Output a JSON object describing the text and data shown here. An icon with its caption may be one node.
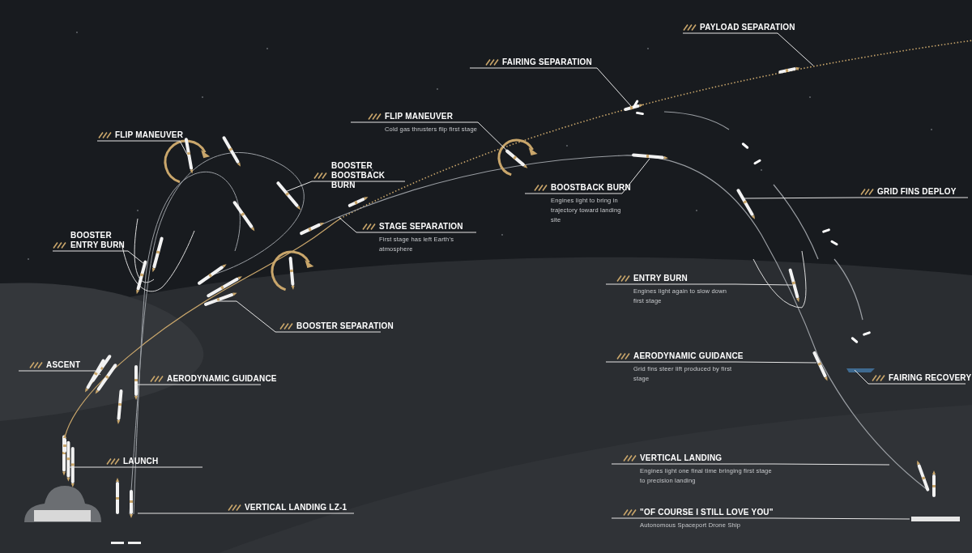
{
  "diagram": {
    "nodes": [
      {
        "text": [
          "FLIP MANEUVER"
        ]
      },
      {
        "text": [
          "BOOSTER BOOSTBACK BURN"
        ]
      },
      {
        "text": [
          "BOOSTER ENTRY BURN"
        ]
      },
      {
        "text": [
          "ASCENT"
        ]
      },
      {
        "text": [
          "AERODYNAMIC GUIDANCE"
        ]
      },
      {
        "text": [
          "LAUNCH"
        ]
      },
      {
        "text": [
          "VERTICAL LANDING LZ-1"
        ]
      },
      {
        "text": [
          "FLIP MANEUVER",
          "Cold gas thrusters flip first stage"
        ]
      },
      {
        "text": [
          "STAGE SEPARATION",
          "First stage has left Earth’s atmosphere"
        ]
      },
      {
        "text": [
          "BOOSTER SEPARATION"
        ]
      },
      {
        "text": [
          "FAIRING SEPARATION"
        ]
      },
      {
        "text": [
          "PAYLOAD SEPARATION"
        ]
      },
      {
        "text": [
          "BOOSTBACK BURN",
          "Engines light to bring in trajectory toward landing site"
        ]
      },
      {
        "text": [
          "GRID FINS DEPLOY"
        ]
      },
      {
        "text": [
          "ENTRY BURN",
          "Engines light again to slow down first stage"
        ]
      },
      {
        "text": [
          "AERODYNAMIC GUIDANCE",
          "Grid fins steer lift produced by first stage"
        ]
      },
      {
        "text": [
          "FAIRING RECOVERY"
        ]
      },
      {
        "text": [
          "VERTICAL LANDING",
          "Engines light one final time bringing first stage to precision landing"
        ]
      },
      {
        "text": [
          "\"OF COURSE I STILL LOVE YOU\"",
          "Autonomous Spaceport Drone Ship"
        ]
      }
    ],
    "edges": [
      {
        "from": 0,
        "to": null,
        "arrow": "none"
      },
      {
        "from": 1,
        "to": null,
        "arrow": "none"
      },
      {
        "from": 2,
        "to": null,
        "arrow": "none"
      },
      {
        "from": 3,
        "to": null,
        "arrow": "none"
      },
      {
        "from": 4,
        "to": null,
        "arrow": "none"
      },
      {
        "from": 5,
        "to": null,
        "arrow": "none"
      },
      {
        "from": 6,
        "to": null,
        "arrow": "none"
      },
      {
        "from": 7,
        "to": null,
        "arrow": "none"
      },
      {
        "from": 8,
        "to": null,
        "arrow": "none"
      },
      {
        "from": 9,
        "to": null,
        "arrow": "none"
      },
      {
        "from": 10,
        "to": null,
        "arrow": "none"
      },
      {
        "from": 11,
        "to": null,
        "arrow": "none"
      },
      {
        "from": 12,
        "to": null,
        "arrow": "none"
      },
      {
        "from": 13,
        "to": null,
        "arrow": "none"
      },
      {
        "from": 14,
        "to": null,
        "arrow": "none"
      },
      {
        "from": 15,
        "to": null,
        "arrow": "none"
      },
      {
        "from": 16,
        "to": null,
        "arrow": "none"
      },
      {
        "from": 17,
        "to": null,
        "arrow": "none"
      },
      {
        "from": 18,
        "to": null,
        "arrow": "none"
      }
    ]
  }
}
